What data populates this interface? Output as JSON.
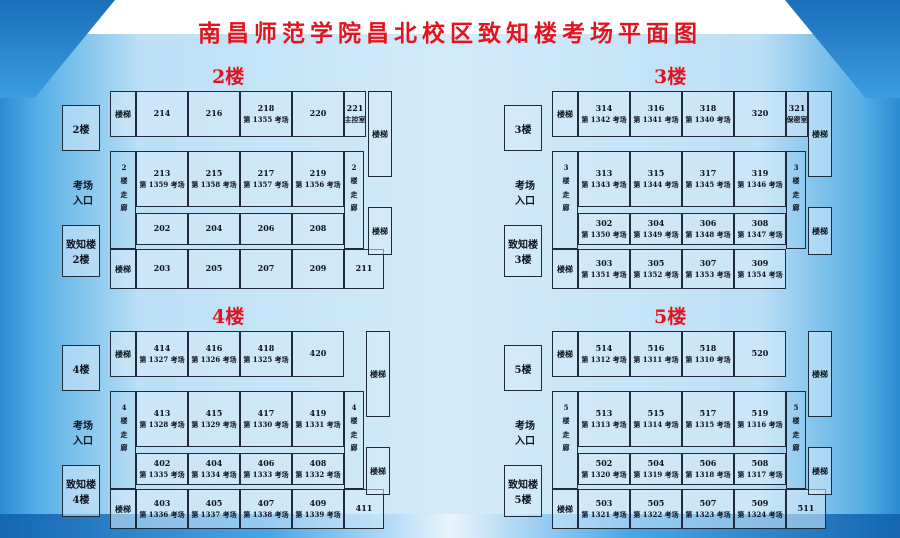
{
  "title": "南昌师范学院昌北校区致知楼考场平面图",
  "floors": [
    {
      "label": "2楼",
      "side_top": "2楼",
      "side_bottom": "致知楼\n2楼",
      "entry": "考场\n入口",
      "stair_left_top": "楼梯",
      "stair_left_bottom": "楼梯",
      "stair_right_top": "楼梯",
      "stair_right_bottom": "楼梯",
      "corridor_left": "2楼走廊",
      "corridor_right": "2楼走廊",
      "rooms_top": [
        {
          "no": "214",
          "exam": ""
        },
        {
          "no": "216",
          "exam": ""
        },
        {
          "no": "218",
          "exam": "第 1355 考场"
        },
        {
          "no": "220",
          "exam": ""
        },
        {
          "no": "221",
          "exam": "主控室"
        }
      ],
      "rooms_mid": [
        {
          "no": "213",
          "exam": "第 1359 考场"
        },
        {
          "no": "215",
          "exam": "第 1358 考场"
        },
        {
          "no": "217",
          "exam": "第 1357 考场"
        },
        {
          "no": "219",
          "exam": "第 1356 考场"
        }
      ],
      "rooms_low": [
        {
          "no": "202",
          "exam": ""
        },
        {
          "no": "204",
          "exam": ""
        },
        {
          "no": "206",
          "exam": ""
        },
        {
          "no": "208",
          "exam": ""
        }
      ],
      "rooms_bot": [
        {
          "no": "203",
          "exam": ""
        },
        {
          "no": "205",
          "exam": ""
        },
        {
          "no": "207",
          "exam": ""
        },
        {
          "no": "209",
          "exam": ""
        },
        {
          "no": "211",
          "exam": ""
        }
      ]
    },
    {
      "label": "3楼",
      "side_top": "3楼",
      "side_bottom": "致知楼\n3楼",
      "entry": "考场\n入口",
      "stair_left_top": "楼梯",
      "stair_left_bottom": "楼梯",
      "stair_right_top": "楼梯",
      "stair_right_bottom": "楼梯",
      "corridor_left": "3楼走廊",
      "corridor_right": "3楼走廊",
      "rooms_top": [
        {
          "no": "314",
          "exam": "第 1342 考场"
        },
        {
          "no": "316",
          "exam": "第 1341 考场"
        },
        {
          "no": "318",
          "exam": "第 1340 考场"
        },
        {
          "no": "320",
          "exam": ""
        },
        {
          "no": "321",
          "exam": "保密室"
        }
      ],
      "rooms_mid": [
        {
          "no": "313",
          "exam": "第 1343 考场"
        },
        {
          "no": "315",
          "exam": "第 1344 考场"
        },
        {
          "no": "317",
          "exam": "第 1345 考场"
        },
        {
          "no": "319",
          "exam": "第 1346 考场"
        }
      ],
      "rooms_low": [
        {
          "no": "302",
          "exam": "第 1350 考场"
        },
        {
          "no": "304",
          "exam": "第 1349 考场"
        },
        {
          "no": "306",
          "exam": "第 1348 考场"
        },
        {
          "no": "308",
          "exam": "第 1347 考场"
        }
      ],
      "rooms_bot": [
        {
          "no": "303",
          "exam": "第 1351 考场"
        },
        {
          "no": "305",
          "exam": "第 1352 考场"
        },
        {
          "no": "307",
          "exam": "第 1353 考场"
        },
        {
          "no": "309",
          "exam": "第 1354 考场"
        }
      ]
    },
    {
      "label": "4楼",
      "side_top": "4楼",
      "side_bottom": "致知楼\n4楼",
      "entry": "考场\n入口",
      "stair_left_top": "楼梯",
      "stair_left_bottom": "楼梯",
      "stair_right_top": "楼梯",
      "stair_right_bottom": "楼梯",
      "corridor_left": "4楼走廊",
      "corridor_right": "4楼走廊",
      "rooms_top": [
        {
          "no": "414",
          "exam": "第 1327 考场"
        },
        {
          "no": "416",
          "exam": "第 1326 考场"
        },
        {
          "no": "418",
          "exam": "第 1325 考场"
        },
        {
          "no": "420",
          "exam": ""
        }
      ],
      "rooms_mid": [
        {
          "no": "413",
          "exam": "第 1328 考场"
        },
        {
          "no": "415",
          "exam": "第 1329 考场"
        },
        {
          "no": "417",
          "exam": "第 1330 考场"
        },
        {
          "no": "419",
          "exam": "第 1331 考场"
        }
      ],
      "rooms_low": [
        {
          "no": "402",
          "exam": "第 1335 考场"
        },
        {
          "no": "404",
          "exam": "第 1334 考场"
        },
        {
          "no": "406",
          "exam": "第 1333 考场"
        },
        {
          "no": "408",
          "exam": "第 1332 考场"
        }
      ],
      "rooms_bot": [
        {
          "no": "403",
          "exam": "第 1336 考场"
        },
        {
          "no": "405",
          "exam": "第 1337 考场"
        },
        {
          "no": "407",
          "exam": "第 1338 考场"
        },
        {
          "no": "409",
          "exam": "第 1339 考场"
        },
        {
          "no": "411",
          "exam": ""
        }
      ]
    },
    {
      "label": "5楼",
      "side_top": "5楼",
      "side_bottom": "致知楼\n5楼",
      "entry": "考场\n入口",
      "stair_left_top": "楼梯",
      "stair_left_bottom": "楼梯",
      "stair_right_top": "楼梯",
      "stair_right_bottom": "楼梯",
      "corridor_left": "5楼走廊",
      "corridor_right": "5楼走廊",
      "rooms_top": [
        {
          "no": "514",
          "exam": "第 1312 考场"
        },
        {
          "no": "516",
          "exam": "第 1311 考场"
        },
        {
          "no": "518",
          "exam": "第 1310 考场"
        },
        {
          "no": "520",
          "exam": ""
        }
      ],
      "rooms_mid": [
        {
          "no": "513",
          "exam": "第 1313 考场"
        },
        {
          "no": "515",
          "exam": "第 1314 考场"
        },
        {
          "no": "517",
          "exam": "第 1315 考场"
        },
        {
          "no": "519",
          "exam": "第 1316 考场"
        }
      ],
      "rooms_low": [
        {
          "no": "502",
          "exam": "第 1320 考场"
        },
        {
          "no": "504",
          "exam": "第 1319 考场"
        },
        {
          "no": "506",
          "exam": "第 1318 考场"
        },
        {
          "no": "508",
          "exam": "第 1317 考场"
        }
      ],
      "rooms_bot": [
        {
          "no": "503",
          "exam": "第 1321 考场"
        },
        {
          "no": "505",
          "exam": "第 1322 考场"
        },
        {
          "no": "507",
          "exam": "第 1323 考场"
        },
        {
          "no": "509",
          "exam": "第 1324 考场"
        },
        {
          "no": "511",
          "exam": ""
        }
      ]
    }
  ]
}
